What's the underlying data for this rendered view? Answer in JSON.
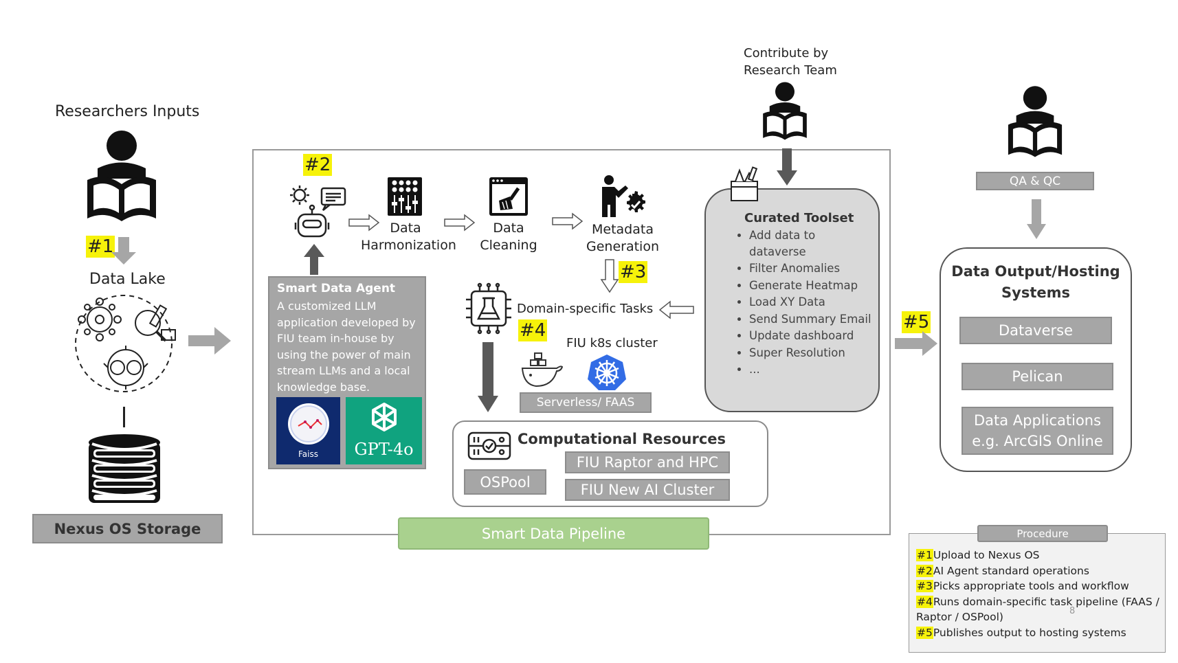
{
  "researchers_inputs": "Researchers Inputs",
  "tags": {
    "t1": "#1",
    "t2": "#2",
    "t3": "#3",
    "t4": "#4",
    "t5": "#5"
  },
  "data_lake": "Data Lake",
  "nexus_storage": "Nexus OS Storage",
  "contribute": [
    "Contribute  by",
    "Research Team"
  ],
  "steps": {
    "harmonization": [
      "Data",
      "Harmonization"
    ],
    "cleaning": [
      "Data",
      "Cleaning"
    ],
    "metadata": [
      "Metadata",
      "Generation"
    ]
  },
  "agent": {
    "title": "Smart Data Agent",
    "desc": "A customized LLM application developed by FIU team in-house by using the power of main stream LLMs and a local knowledge base.",
    "faiss": "Faiss",
    "gpt": "GPT-4o"
  },
  "domain_tasks": "Domain-specific Tasks",
  "k8s": "FIU k8s cluster",
  "serverless": "Serverless/ FAAS",
  "toolset": {
    "title": "Curated Toolset",
    "items": [
      "Add data to dataverse",
      "Filter Anomalies",
      "Generate Heatmap",
      "Load XY Data",
      "Send Summary Email",
      "Update dashboard",
      "Super Resolution",
      "..."
    ]
  },
  "compute": {
    "title": "Computational Resources",
    "ospool": "OSPool",
    "raptor": "FIU Raptor and HPC",
    "ai_cluster": "FIU New AI Cluster"
  },
  "pipeline": "Smart Data Pipeline",
  "qa": "QA & QC",
  "output": {
    "title": [
      "Data Output/Hosting",
      "Systems"
    ],
    "dataverse": "Dataverse",
    "pelican": "Pelican",
    "apps": [
      "Data Applications",
      "e.g. ArcGIS Online"
    ]
  },
  "procedure": {
    "title": "Procedure",
    "items": [
      {
        "tag": "#1",
        "text": "Upload to Nexus OS"
      },
      {
        "tag": "#2",
        "text": "AI Agent standard operations"
      },
      {
        "tag": "#3",
        "text": "Picks appropriate tools and workflow"
      },
      {
        "tag": "#4",
        "text": "Runs domain-specific  task pipeline (FAAS / Raptor / OSPool)"
      },
      {
        "tag": "#5",
        "text": "Publishes  output to hosting systems"
      }
    ],
    "page_num": "8"
  },
  "colors": {
    "tag": "#f6f20a",
    "gray": "#a6a6a6",
    "green": "#a9d18e",
    "dark_arrow": "#595959",
    "teal": "#10a37f",
    "k8s": "#326ce5"
  }
}
